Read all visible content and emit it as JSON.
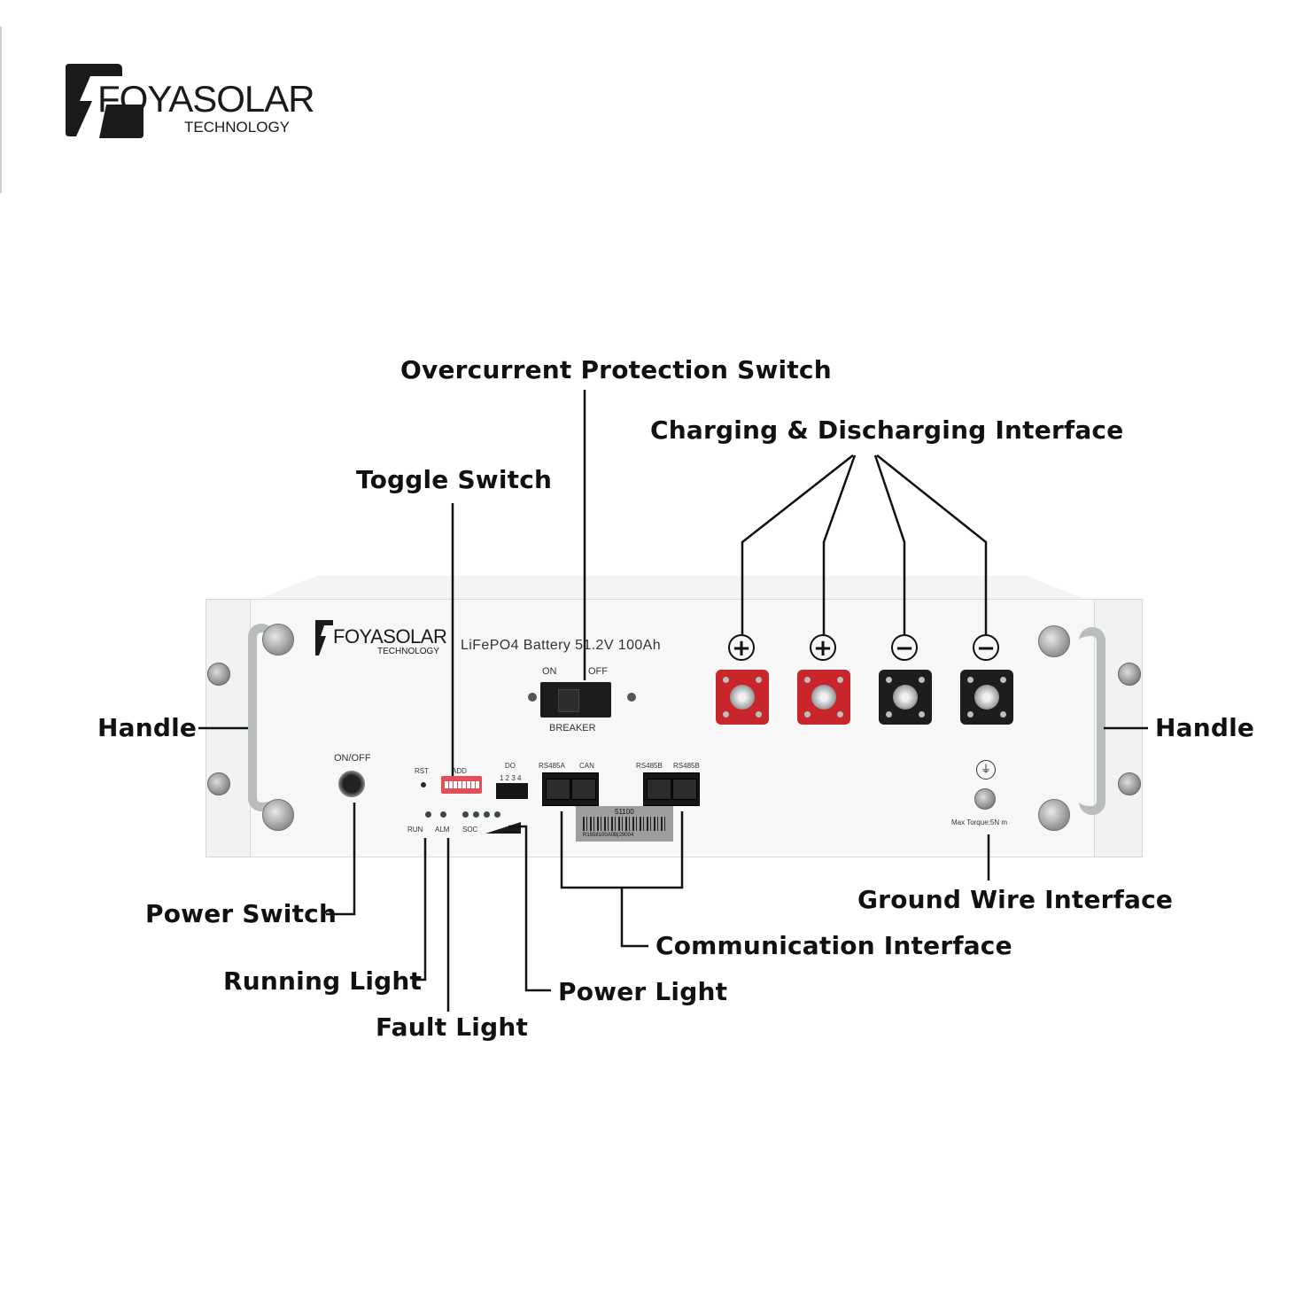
{
  "brand": {
    "name": "FOYASOLAR",
    "tagline": "TECHNOLOGY"
  },
  "unit": {
    "model_text": "LiFePO4  Battery  51.2V  100Ah",
    "breaker_on": "ON",
    "breaker_off": "OFF",
    "breaker_label": "BREAKER",
    "power_label": "ON/OFF",
    "rst_label": "RST",
    "add_label": "ADD",
    "do_label": "DO",
    "do_pins": "1 2 3 4",
    "run_label": "RUN",
    "alm_label": "ALM",
    "soc_label": "SOC",
    "port_labels": [
      "RS485A",
      "CAN",
      "RS485B",
      "RS485B"
    ],
    "barcode_top": "51100",
    "barcode_bottom": "R1658100A0B|29004",
    "torque_label": "Max Torque:5N m",
    "polarity": [
      "+",
      "+",
      "−",
      "−"
    ]
  },
  "callouts": {
    "overcurrent": "Overcurrent Protection Switch",
    "charging": "Charging  &  Discharging Interface",
    "toggle": "Toggle Switch",
    "handle_left": "Handle",
    "handle_right": "Handle",
    "power_switch": "Power Switch",
    "running_light": "Running Light",
    "fault_light": "Fault  Light",
    "power_light": "Power Light",
    "communication": "Communication Interface",
    "ground": "Ground Wire Interface"
  },
  "colors": {
    "positive_terminal": "#c8262b",
    "negative_terminal": "#1d1d1d",
    "dip_switch": "#e0505a"
  }
}
